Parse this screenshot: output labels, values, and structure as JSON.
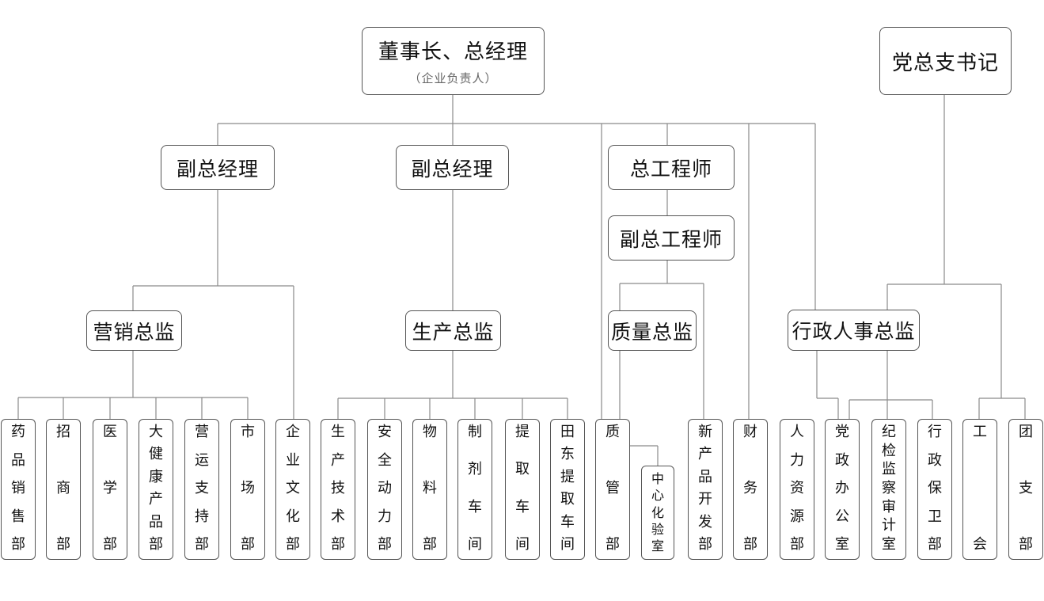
{
  "top": {
    "title": "董事长、总经理",
    "subtitle": "（企业负责人）"
  },
  "party_secretary": "党总支书记",
  "vp1": "副总经理",
  "vp2": "副总经理",
  "chief_engineer": "总工程师",
  "deputy_chief_engineer": "副总工程师",
  "marketing_director": "营销总监",
  "production_director": "生产总监",
  "quality_director": "质量总监",
  "admin_hr_director": "行政人事总监",
  "departments": [
    "药品销售部",
    "招商部",
    "医学部",
    "大健康产品部",
    "营运支持部",
    "市场部",
    "企业文化部",
    "生产技术部",
    "安全动力部",
    "物料部",
    "制剂车间",
    "提取车间",
    "田东提取车间",
    "质管部",
    "新产品开发部",
    "财务部",
    "人力资源部",
    "党政办公室",
    "纪检监察审计室",
    "行政保卫部",
    "工会",
    "团支部"
  ],
  "lab": "中心化验室"
}
